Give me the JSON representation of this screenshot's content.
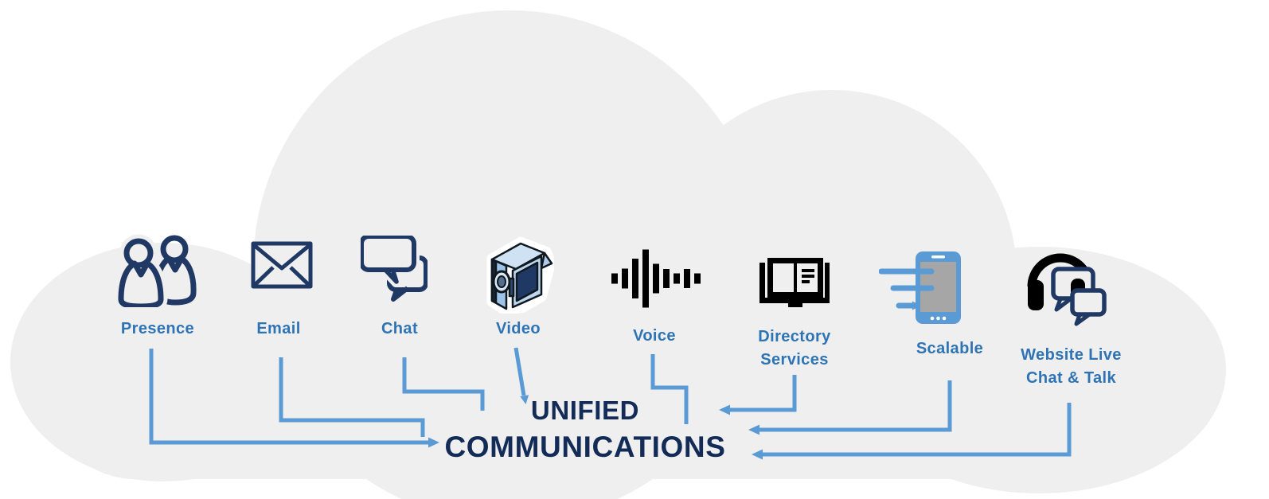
{
  "title": {
    "line1": "UNIFIED",
    "line2": "COMMUNICATIONS"
  },
  "features": [
    {
      "label": "Presence",
      "icon": "two-users-icon"
    },
    {
      "label": "Email",
      "icon": "envelope-icon"
    },
    {
      "label": "Chat",
      "icon": "speech-bubbles-icon"
    },
    {
      "label": "Video",
      "icon": "video-camera-icon"
    },
    {
      "label": "Voice",
      "icon": "sound-wave-icon"
    },
    {
      "label": "Directory\nServices",
      "icon": "open-book-icon"
    },
    {
      "label": "Scalable",
      "icon": "smartphone-speed-icon"
    },
    {
      "label": "Website Live\nChat & Talk",
      "icon": "headset-chat-icon"
    }
  ],
  "colors": {
    "cloud_fill": "#EFEFEF",
    "icon_navy": "#1F3864",
    "label_blue": "#2E74B5",
    "connector_blue": "#5B9BD5",
    "title_navy": "#132C57",
    "icon_black": "#000000",
    "phone_blue": "#5B9BD5",
    "phone_screen_gray": "#A6A6A6"
  }
}
